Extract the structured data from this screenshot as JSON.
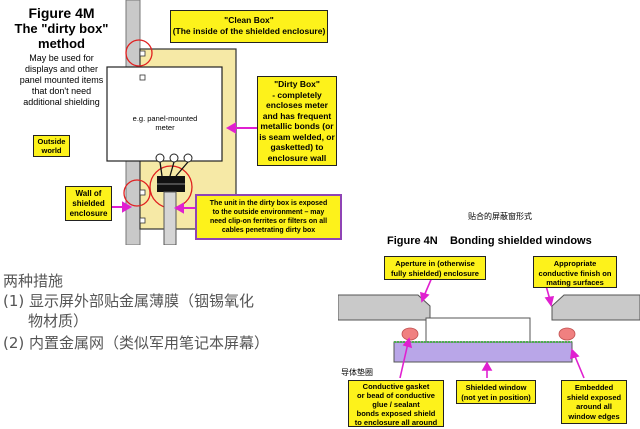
{
  "fig4m": {
    "title": "Figure 4M",
    "subtitle_line1": "The \"dirty box\"",
    "subtitle_line2": "method",
    "description_lines": [
      "May be used for",
      "displays and other",
      "panel mounted items",
      "that don't need",
      "additional shielding"
    ],
    "clean_box_line1": "\"Clean Box\"",
    "clean_box_line2": "(The inside of the shielded enclosure)",
    "dirty_box_lines": [
      "\"Dirty Box\"",
      "- completely",
      "encloses meter",
      "and has frequent",
      "metallic bonds (or",
      "is seam welded, or",
      "gasketted) to",
      "enclosure wall"
    ],
    "meter_line1": "e.g. panel-mounted",
    "meter_line2": "meter",
    "outside_line1": "Outside",
    "outside_line2": "world",
    "wall_lines": [
      "Wall of",
      "shielded",
      "enclosure"
    ],
    "exposed_lines": [
      "The unit in the dirty box is exposed",
      "to the outside environment – may",
      "need clip-on ferrites or filters on all",
      "cables penetrating dirty box"
    ]
  },
  "notes": {
    "heading": "两种措施",
    "item1_line1": "(1) 显示屏外部贴金属薄膜（铟锡氧化",
    "item1_line2": "物材质）",
    "item2": "(2) 内置金属网（类似军用笔记本屏幕）"
  },
  "fig4n": {
    "cn_caption": "贴合的屏蔽窗形式",
    "title": "Figure 4N    Bonding shielded windows",
    "aperture_line1": "Aperture in (otherwise",
    "aperture_line2": "fully shielded) enclosure",
    "finish_lines": [
      "Appropriate",
      "conductive finish on",
      "mating surfaces"
    ],
    "gasket_cn": "导体垫圈",
    "gasket_lines": [
      "Conductive gasket",
      "or bead of conductive",
      "glue / sealant",
      "bonds exposed shield",
      "to enclosure all around"
    ],
    "window_line1": "Shielded window",
    "window_line2": "(not yet in position)",
    "embedded_lines": [
      "Embedded",
      "shield exposed",
      "around all",
      "window edges"
    ]
  },
  "colors": {
    "yellow": "#fdf21b",
    "purple": "#8f44b5",
    "red": "#e02020",
    "magenta": "#e020d0",
    "wall_gray": "#c9c9c9",
    "box_fill": "#f6e9a6",
    "window": "#b9a6e8",
    "gasket": "#f08080"
  }
}
